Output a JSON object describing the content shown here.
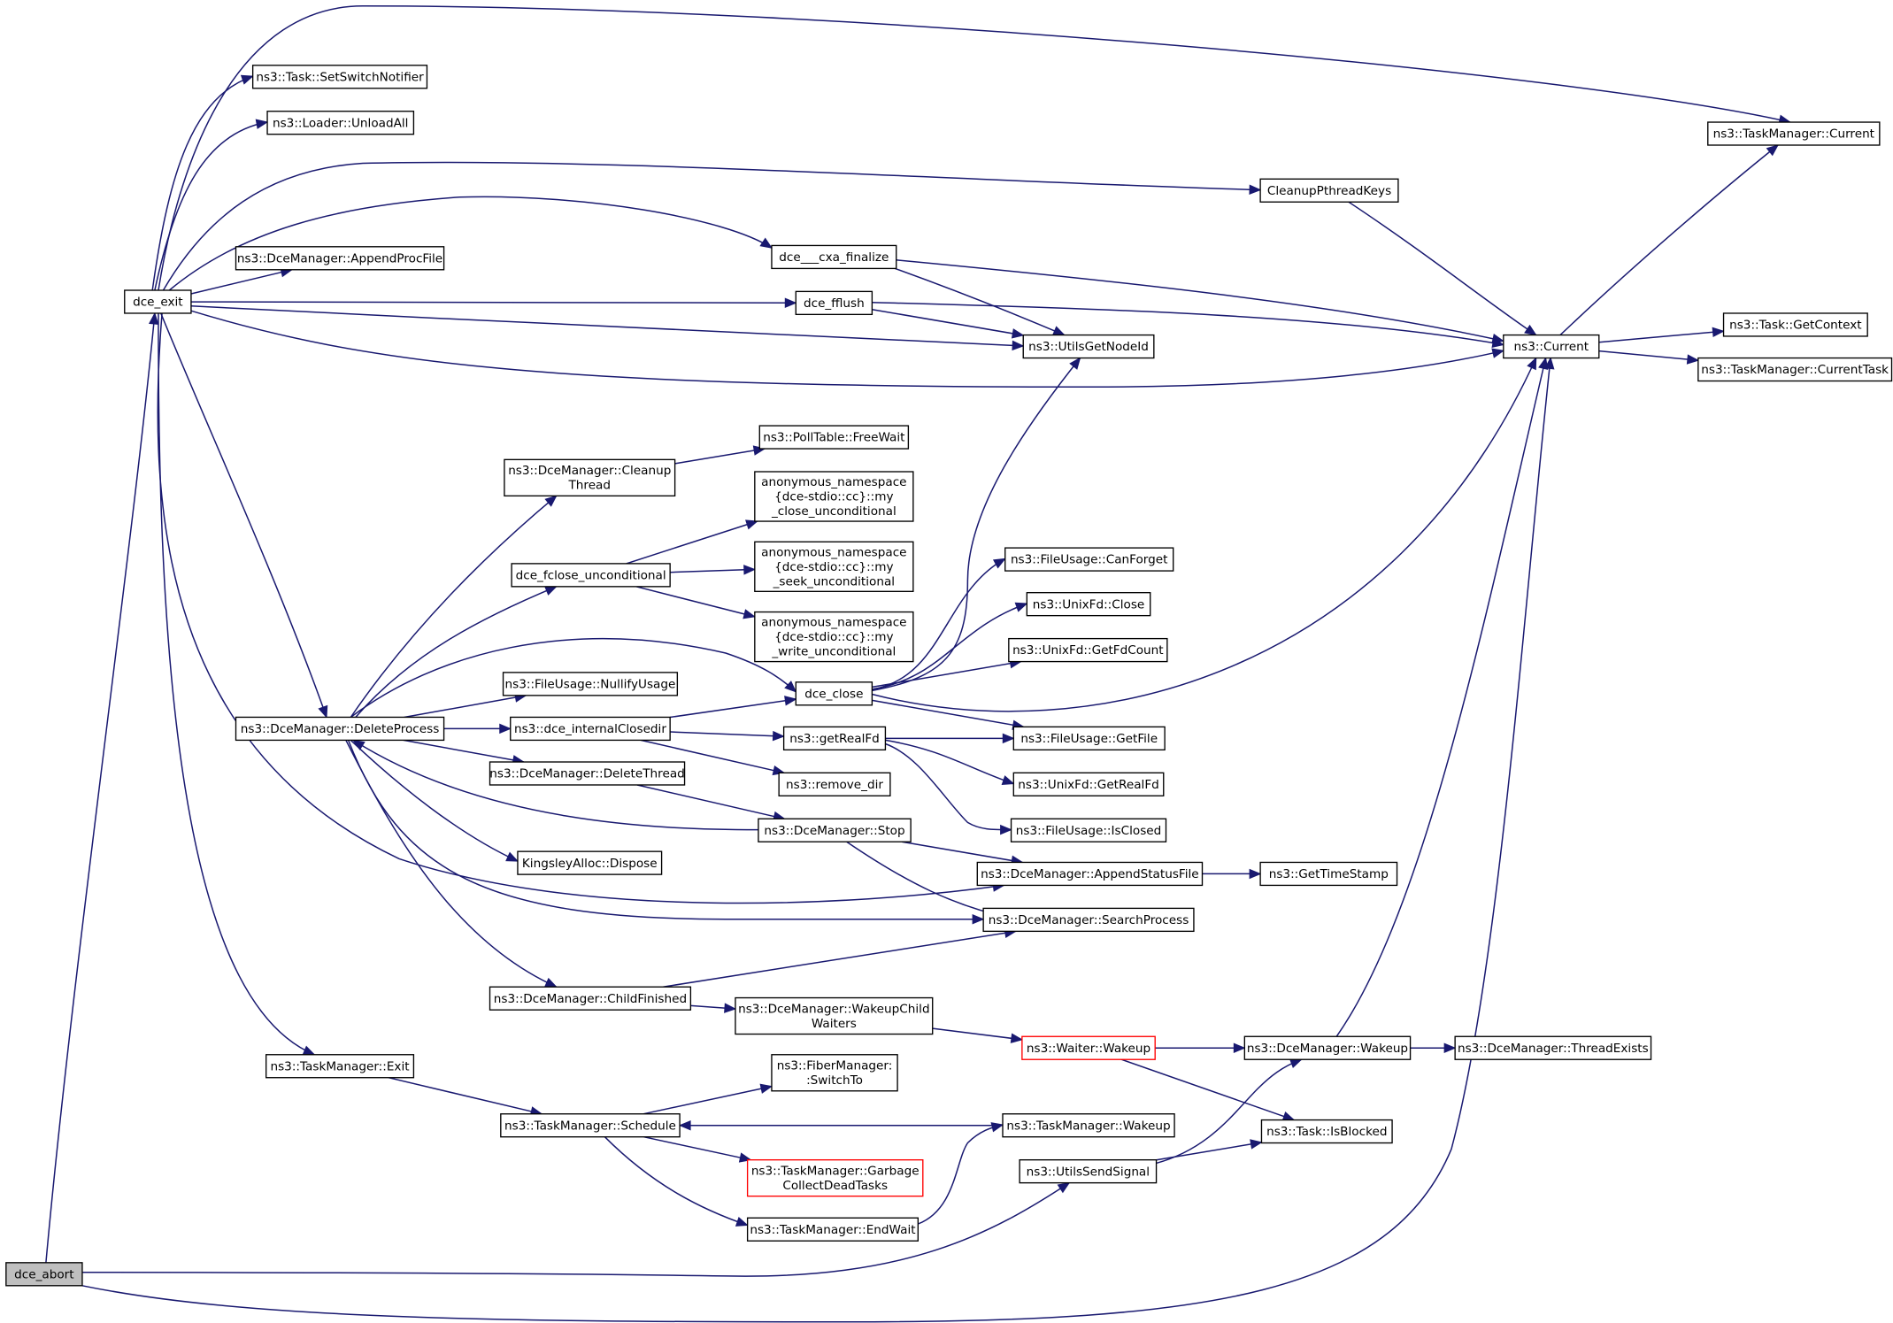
{
  "graph": {
    "colors": {
      "edge": "#191970",
      "node_border": "#000000",
      "root_fill": "#bfbfbf",
      "highlight_border": "#ff0000"
    },
    "nodes": [
      {
        "id": "dce_abort",
        "lines": [
          "dce_abort"
        ],
        "style": "root"
      },
      {
        "id": "dce_exit",
        "lines": [
          "dce_exit"
        ]
      },
      {
        "id": "setswitch",
        "lines": [
          "ns3::Task::SetSwitchNotifier"
        ]
      },
      {
        "id": "unloadall",
        "lines": [
          "ns3::Loader::UnloadAll"
        ]
      },
      {
        "id": "appendproc",
        "lines": [
          "ns3::DceManager::AppendProcFile"
        ]
      },
      {
        "id": "cxa",
        "lines": [
          "dce___cxa_finalize"
        ]
      },
      {
        "id": "fflush",
        "lines": [
          "dce_fflush"
        ]
      },
      {
        "id": "cleanupkeys",
        "lines": [
          "CleanupPthreadKeys"
        ]
      },
      {
        "id": "tm_current",
        "lines": [
          "ns3::TaskManager::Current"
        ]
      },
      {
        "id": "current",
        "lines": [
          "ns3::Current"
        ]
      },
      {
        "id": "getcontext",
        "lines": [
          "ns3::Task::GetContext"
        ]
      },
      {
        "id": "currenttask",
        "lines": [
          "ns3::TaskManager::CurrentTask"
        ]
      },
      {
        "id": "nodeid",
        "lines": [
          "ns3::UtilsGetNodeId"
        ]
      },
      {
        "id": "freewait",
        "lines": [
          "ns3::PollTable::FreeWait"
        ]
      },
      {
        "id": "cleanupthread",
        "lines": [
          "ns3::DceManager::Cleanup",
          "Thread"
        ]
      },
      {
        "id": "my_close",
        "lines": [
          "anonymous_namespace",
          "{dce-stdio::cc}::my",
          "_close_unconditional"
        ]
      },
      {
        "id": "fclose_uncond",
        "lines": [
          "dce_fclose_unconditional"
        ]
      },
      {
        "id": "my_seek",
        "lines": [
          "anonymous_namespace",
          "{dce-stdio::cc}::my",
          "_seek_unconditional"
        ]
      },
      {
        "id": "my_write",
        "lines": [
          "anonymous_namespace",
          "{dce-stdio::cc}::my",
          "_write_unconditional"
        ]
      },
      {
        "id": "canforget",
        "lines": [
          "ns3::FileUsage::CanForget"
        ]
      },
      {
        "id": "unixclose",
        "lines": [
          "ns3::UnixFd::Close"
        ]
      },
      {
        "id": "getfdcount",
        "lines": [
          "ns3::UnixFd::GetFdCount"
        ]
      },
      {
        "id": "nullify",
        "lines": [
          "ns3::FileUsage::NullifyUsage"
        ]
      },
      {
        "id": "dce_close",
        "lines": [
          "dce_close"
        ]
      },
      {
        "id": "deleteprocess",
        "lines": [
          "ns3::DceManager::DeleteProcess"
        ]
      },
      {
        "id": "internalclosedir",
        "lines": [
          "ns3::dce_internalClosedir"
        ]
      },
      {
        "id": "getrealfd",
        "lines": [
          "ns3::getRealFd"
        ]
      },
      {
        "id": "getfile",
        "lines": [
          "ns3::FileUsage::GetFile"
        ]
      },
      {
        "id": "deletethread",
        "lines": [
          "ns3::DceManager::DeleteThread"
        ]
      },
      {
        "id": "removedir",
        "lines": [
          "ns3::remove_dir"
        ]
      },
      {
        "id": "ux_getrealfd",
        "lines": [
          "ns3::UnixFd::GetRealFd"
        ]
      },
      {
        "id": "stop",
        "lines": [
          "ns3::DceManager::Stop"
        ]
      },
      {
        "id": "isclosed",
        "lines": [
          "ns3::FileUsage::IsClosed"
        ]
      },
      {
        "id": "kingsley",
        "lines": [
          "KingsleyAlloc::Dispose"
        ]
      },
      {
        "id": "appendstatus",
        "lines": [
          "ns3::DceManager::AppendStatusFile"
        ]
      },
      {
        "id": "timestamp",
        "lines": [
          "ns3::GetTimeStamp"
        ]
      },
      {
        "id": "searchproc",
        "lines": [
          "ns3::DceManager::SearchProcess"
        ]
      },
      {
        "id": "childfinished",
        "lines": [
          "ns3::DceManager::ChildFinished"
        ]
      },
      {
        "id": "wakeupchild",
        "lines": [
          "ns3::DceManager::WakeupChild",
          "Waiters"
        ]
      },
      {
        "id": "waiter_wakeup",
        "lines": [
          "ns3::Waiter::Wakeup"
        ],
        "style": "red"
      },
      {
        "id": "dm_wakeup",
        "lines": [
          "ns3::DceManager::Wakeup"
        ]
      },
      {
        "id": "threadexists",
        "lines": [
          "ns3::DceManager::ThreadExists"
        ]
      },
      {
        "id": "tm_exit",
        "lines": [
          "ns3::TaskManager::Exit"
        ]
      },
      {
        "id": "switchto",
        "lines": [
          "ns3::FiberManager:",
          ":SwitchTo"
        ]
      },
      {
        "id": "schedule",
        "lines": [
          "ns3::TaskManager::Schedule"
        ]
      },
      {
        "id": "tm_wakeup",
        "lines": [
          "ns3::TaskManager::Wakeup"
        ]
      },
      {
        "id": "isblocked",
        "lines": [
          "ns3::Task::IsBlocked"
        ]
      },
      {
        "id": "garbage",
        "lines": [
          "ns3::TaskManager::Garbage",
          "CollectDeadTasks"
        ],
        "style": "red"
      },
      {
        "id": "sendsignal",
        "lines": [
          "ns3::UtilsSendSignal"
        ]
      },
      {
        "id": "endwait",
        "lines": [
          "ns3::TaskManager::EndWait"
        ]
      }
    ],
    "edges": [
      [
        "dce_abort",
        "dce_exit"
      ],
      [
        "dce_abort",
        "sendsignal"
      ],
      [
        "dce_abort",
        "current"
      ],
      [
        "dce_exit",
        "tm_current"
      ],
      [
        "dce_exit",
        "setswitch"
      ],
      [
        "dce_exit",
        "unloadall"
      ],
      [
        "dce_exit",
        "cleanupkeys"
      ],
      [
        "dce_exit",
        "cxa"
      ],
      [
        "dce_exit",
        "appendproc"
      ],
      [
        "dce_exit",
        "fflush"
      ],
      [
        "dce_exit",
        "nodeid"
      ],
      [
        "dce_exit",
        "current"
      ],
      [
        "dce_exit",
        "deleteprocess"
      ],
      [
        "dce_exit",
        "appendstatus"
      ],
      [
        "dce_exit",
        "tm_exit"
      ],
      [
        "cleanupkeys",
        "current"
      ],
      [
        "cxa",
        "nodeid"
      ],
      [
        "cxa",
        "current"
      ],
      [
        "fflush",
        "nodeid"
      ],
      [
        "fflush",
        "current"
      ],
      [
        "current",
        "tm_current"
      ],
      [
        "current",
        "getcontext"
      ],
      [
        "current",
        "currenttask"
      ],
      [
        "deleteprocess",
        "cleanupthread"
      ],
      [
        "deleteprocess",
        "fclose_uncond"
      ],
      [
        "deleteprocess",
        "dce_close"
      ],
      [
        "deleteprocess",
        "nullify"
      ],
      [
        "deleteprocess",
        "internalclosedir"
      ],
      [
        "deleteprocess",
        "deletethread"
      ],
      [
        "deleteprocess",
        "kingsley"
      ],
      [
        "deleteprocess",
        "searchproc"
      ],
      [
        "deleteprocess",
        "childfinished"
      ],
      [
        "cleanupthread",
        "freewait"
      ],
      [
        "fclose_uncond",
        "my_close"
      ],
      [
        "fclose_uncond",
        "my_seek"
      ],
      [
        "fclose_uncond",
        "my_write"
      ],
      [
        "internalclosedir",
        "dce_close"
      ],
      [
        "internalclosedir",
        "getrealfd"
      ],
      [
        "internalclosedir",
        "removedir"
      ],
      [
        "dce_close",
        "nodeid"
      ],
      [
        "dce_close",
        "canforget"
      ],
      [
        "dce_close",
        "unixclose"
      ],
      [
        "dce_close",
        "getfdcount"
      ],
      [
        "dce_close",
        "current"
      ],
      [
        "dce_close",
        "getfile"
      ],
      [
        "getrealfd",
        "getfile"
      ],
      [
        "getrealfd",
        "ux_getrealfd"
      ],
      [
        "getrealfd",
        "isclosed"
      ],
      [
        "deletethread",
        "stop"
      ],
      [
        "stop",
        "deleteprocess"
      ],
      [
        "stop",
        "appendstatus"
      ],
      [
        "stop",
        "searchproc"
      ],
      [
        "appendstatus",
        "timestamp"
      ],
      [
        "childfinished",
        "searchproc"
      ],
      [
        "childfinished",
        "wakeupchild"
      ],
      [
        "wakeupchild",
        "waiter_wakeup"
      ],
      [
        "waiter_wakeup",
        "dm_wakeup"
      ],
      [
        "waiter_wakeup",
        "isblocked"
      ],
      [
        "dm_wakeup",
        "current"
      ],
      [
        "dm_wakeup",
        "threadexists"
      ],
      [
        "tm_exit",
        "schedule"
      ],
      [
        "schedule",
        "switchto"
      ],
      [
        "schedule",
        "garbage"
      ],
      [
        "schedule",
        "endwait"
      ],
      [
        "tm_wakeup",
        "schedule"
      ],
      [
        "endwait",
        "tm_wakeup"
      ],
      [
        "sendsignal",
        "dm_wakeup"
      ],
      [
        "sendsignal",
        "isblocked"
      ]
    ]
  }
}
